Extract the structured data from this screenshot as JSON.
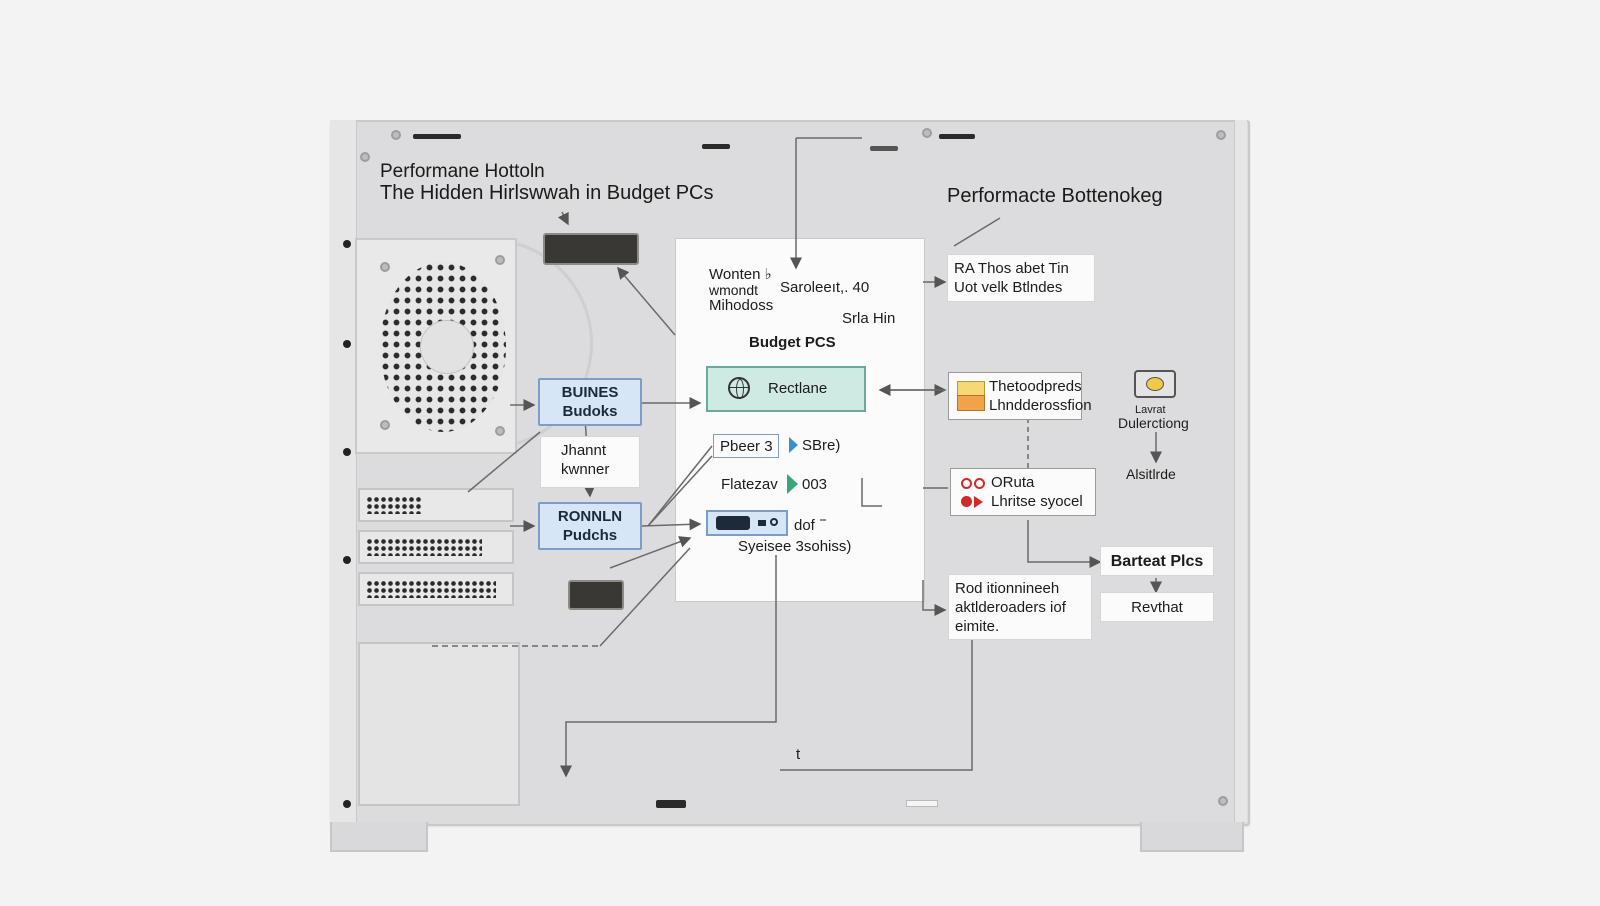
{
  "header": {
    "line1": "Performane Hottoln",
    "line2": "The Hidden Hirlswwah in Budget PCs"
  },
  "right_title": "Performacte Bottenokeg",
  "center_panel": {
    "line1": "Wonten  ♭",
    "line1b": "Saroleeıt,. 40",
    "line2": "wmondt",
    "line3": "Mihodoss",
    "side_label": "Srla Hin",
    "subtitle": "Budget PCS",
    "node_main": "Rectlane",
    "node_small1": "Pbeer 3",
    "node_small1_b": "SBre)",
    "node_small2": "Flatezav",
    "node_small2_b": "003",
    "node_small3_b": "dof",
    "caption": "Syeisee 3sohiss)"
  },
  "left_nodes": {
    "blue1": [
      "BUINES",
      "Budoks"
    ],
    "note": [
      "Jhannt",
      "kwnner"
    ],
    "blue2": [
      "RONNLN",
      "Pudchs"
    ]
  },
  "right_nodes": {
    "top_box": [
      "RA Thos abet Tin",
      "Uot velk Btlndes"
    ],
    "mid_box": [
      "Thetoodpreds",
      "Lhndderossfion"
    ],
    "icon_label": [
      "Lavrat",
      "Dulerctiong"
    ],
    "icon_sub": "Alsitlrde",
    "status_box": [
      "ORuta",
      "Lhritse syocel"
    ],
    "status_colors": [
      "#cf2a2a",
      "#cf2a2a"
    ],
    "bottom_box": [
      "Rod itionnineeh",
      "aktlderoaders iof",
      "eimite."
    ],
    "result_title": "Barteat Plcs",
    "result_sub": "Revthat"
  },
  "misc": {
    "bottom_mark": "t"
  },
  "colors": {
    "case": "#dcdcde",
    "blue_fill": "#d7e6f6",
    "blue_border": "#7a9ec8",
    "teal_fill": "#cfe9e3",
    "teal_border": "#6aa99c",
    "yellow": "#f6d877",
    "orange": "#f2a24a",
    "accent_blue": "#3a8fd1",
    "accent_teal": "#38a57d"
  },
  "icons": [
    "globe-icon",
    "camera-icon",
    "fan-icon",
    "screw-icon",
    "port-icon",
    "cpu-chip-icon"
  ]
}
